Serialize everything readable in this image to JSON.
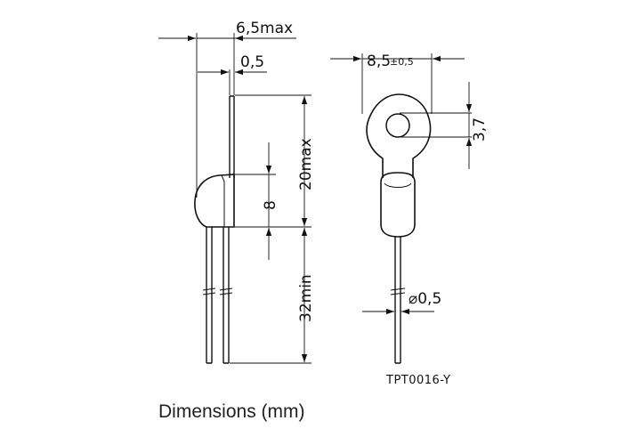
{
  "diagram": {
    "side_view": {
      "dim_width_max": "6,5max",
      "dim_lead_thickness": "0,5",
      "dim_body_length_max": "20max",
      "dim_body_height": "8",
      "dim_lead_length_min": "32min"
    },
    "front_view": {
      "dim_tab_width": "8,5",
      "dim_tab_width_tolerance": "±0,5",
      "dim_hole_diameter": "3,7",
      "dim_lead_diameter": "⌀0,5"
    },
    "drawing_code": "TPT0016-Y",
    "caption": "Dimensions (mm)"
  }
}
